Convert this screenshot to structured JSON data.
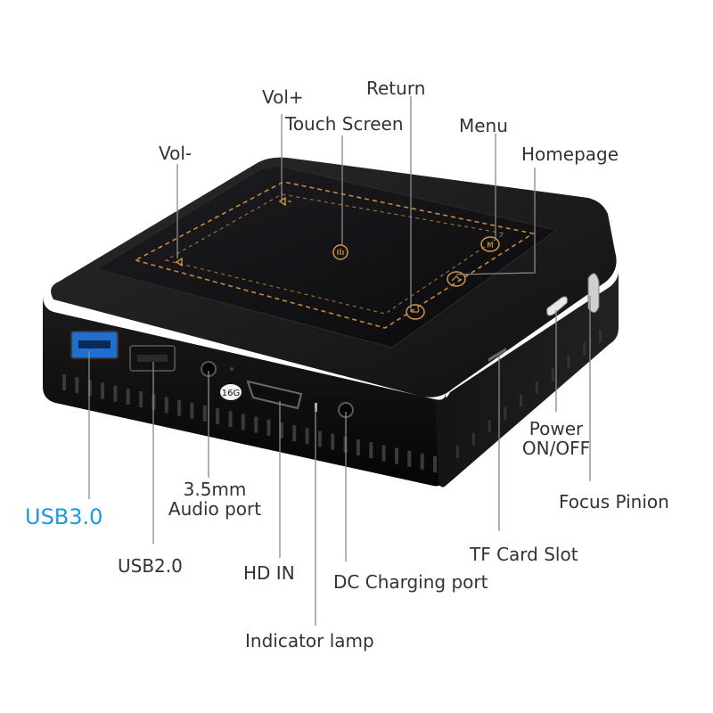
{
  "product": {
    "capacity_badge": "16G",
    "accent_color": "#1a9be0",
    "label_color": "#333333",
    "body_color": "#0d0d0d",
    "panel_dash_color": "#c8883c"
  },
  "labels": {
    "vol_plus": "Vol+",
    "return": "Return",
    "touch_screen": "Touch Screen",
    "menu": "Menu",
    "vol_minus": "Vol-",
    "homepage": "Homepage",
    "power_line1": "Power",
    "power_line2": "ON/OFF",
    "focus_pinion": "Focus Pinion",
    "usb30": "USB3.0",
    "audio_line1": "3.5mm",
    "audio_line2": "Audio port",
    "usb20": "USB2.0",
    "hd_in": "HD IN",
    "dc_charging": "DC Charging port",
    "tf_card": "TF Card Slot",
    "indicator": "Indicator lamp"
  },
  "touch_icons": [
    "vol-minus-icon",
    "vol-plus-icon",
    "touch-icon",
    "menu-icon",
    "home-icon",
    "return-icon"
  ]
}
